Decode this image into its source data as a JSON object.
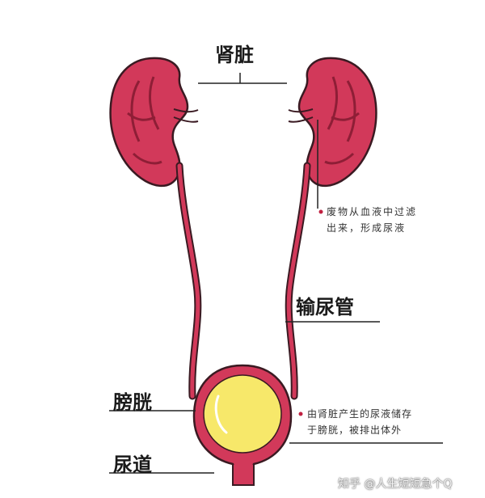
{
  "labels": {
    "kidney": "肾脏",
    "ureter": "输尿管",
    "bladder": "膀胱",
    "urethra": "尿道"
  },
  "notes": {
    "kidney_note_line1": "废物从血液中过滤",
    "kidney_note_line2": "出来，形成尿液",
    "bladder_note_line1": "由肾脏产生的尿液储存",
    "bladder_note_line2": "于膀胱，被排出体外"
  },
  "watermark": "知乎 @人生短短急个Q",
  "colors": {
    "organ": "#d2395a",
    "organ_dark": "#8e1e36",
    "outline": "#3a1a22",
    "urine": "#f7e86a",
    "line": "#222222"
  }
}
